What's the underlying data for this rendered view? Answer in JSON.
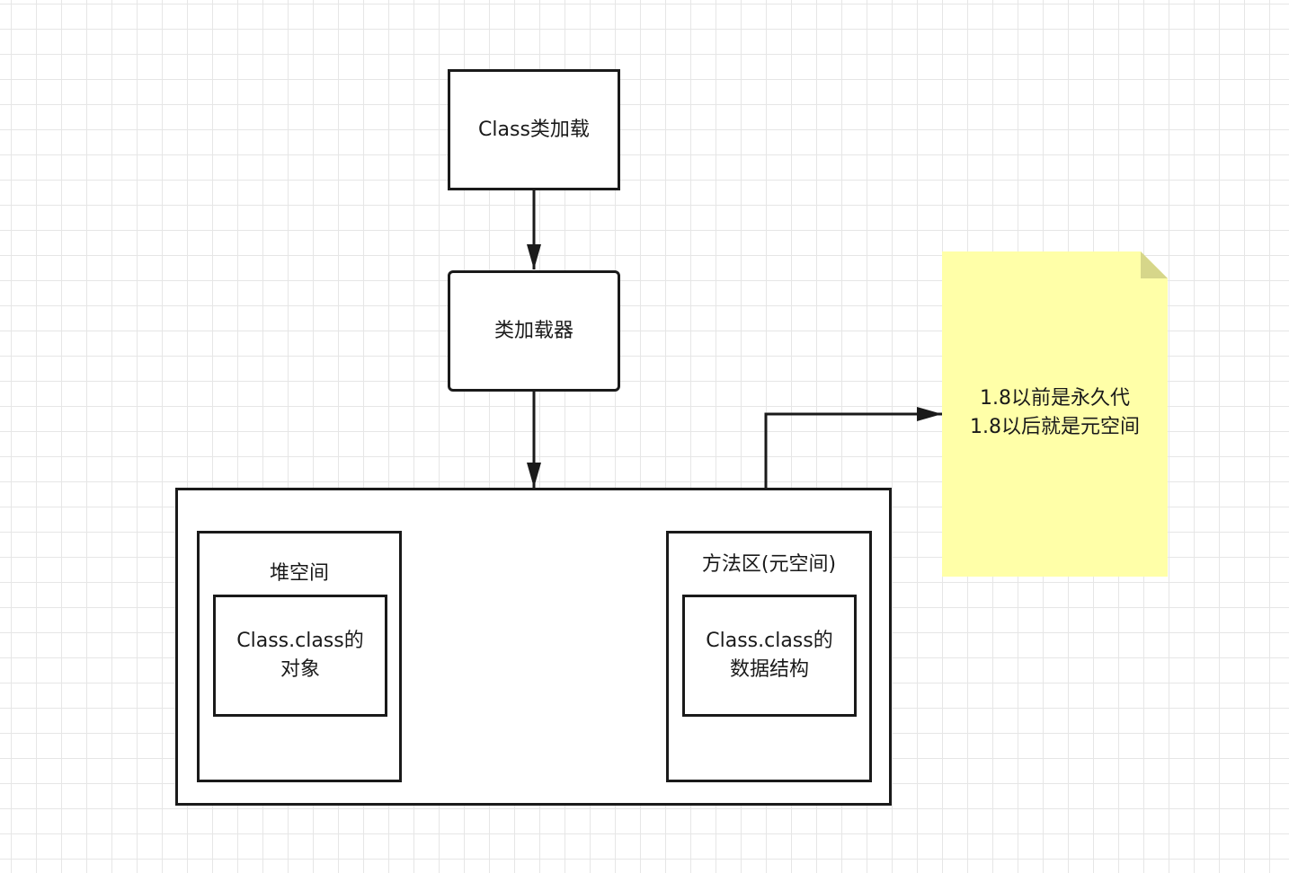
{
  "colors": {
    "stroke": "#1a1a1a",
    "note_fill": "#ffffa8",
    "note_fold": "#d6d68a",
    "grid": "#e6e6e6"
  },
  "nodes": {
    "class_loading": "Class类加载",
    "class_loader": "类加载器",
    "heap_title": "堆空间",
    "heap_object": "Class.class的\n对象",
    "method_area_title": "方法区(元空间)",
    "method_area_struct": "Class.class的\n数据结构"
  },
  "note": {
    "text": "1.8以前是永久代\n1.8以后就是元空间"
  }
}
